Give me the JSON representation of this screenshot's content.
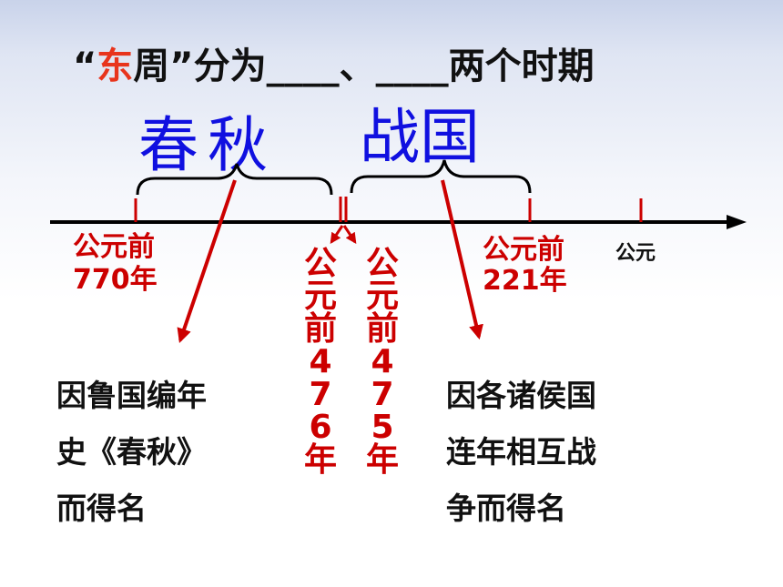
{
  "title": {
    "open_quote": "“",
    "highlight": "东",
    "rest": "周”分为____、____两个时期"
  },
  "periods": {
    "spring_autumn": "春秋",
    "warring_states": "战国"
  },
  "timeline": {
    "era_label": "公元",
    "start_label_line1": "公元前",
    "start_label_line2": "770年",
    "end_label_line1": "公元前",
    "end_label_line2": "221年",
    "split_a": "公元前476年",
    "split_b": "公元前475年"
  },
  "descriptions": {
    "spring_autumn": [
      "因鲁国编年",
      "史《春秋》",
      "而得名"
    ],
    "warring_states": [
      "因各诸侯国",
      "连年相互战",
      "争而得名"
    ]
  },
  "colors": {
    "accent_red": "#cc0000",
    "title_highlight": "#e8341c",
    "period_blue": "#1010e0"
  }
}
